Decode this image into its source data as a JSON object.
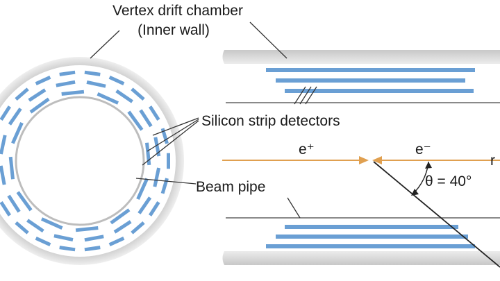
{
  "labels": {
    "vdc_line1": "Vertex drift chamber",
    "vdc_line2": "(Inner wall)",
    "silicon": "Silicon strip detectors",
    "beam_pipe": "Beam pipe",
    "positron": "e⁺",
    "electron": "e⁻",
    "angle": "θ = 40°",
    "edge_fragment": "r"
  },
  "colors": {
    "detector": "#6a9fd4",
    "beam": "#e0a050",
    "wall_gray": "#d6d6d6",
    "line": "#333333",
    "text": "#1a1a1a"
  },
  "crossSection": {
    "layer_segments": [
      22,
      16,
      12
    ]
  }
}
